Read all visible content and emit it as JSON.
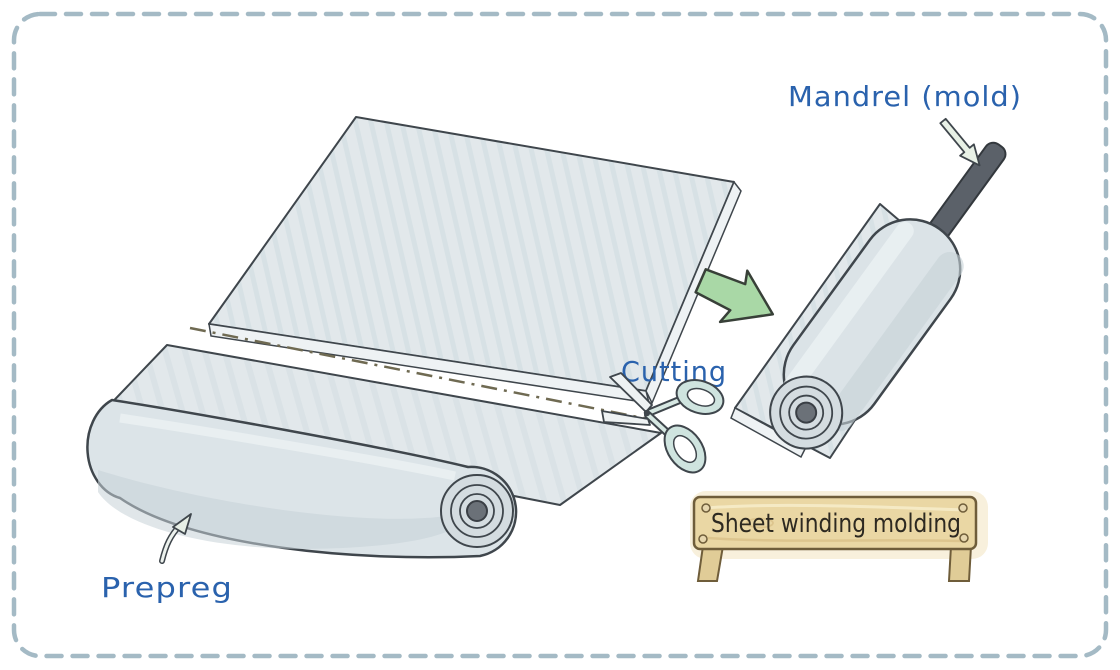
{
  "figure": {
    "type": "process-illustration",
    "caption": "Sheet winding molding",
    "labels": {
      "mandrel": "Mandrel (mold)",
      "cutting": "Cutting",
      "prepreg": "Prepreg"
    },
    "sign": {
      "text": "Sheet winding molding"
    },
    "icons": [
      "scissors-icon",
      "block-arrow-icon",
      "curved-arrow-icon",
      "pointer-arrow-icon"
    ],
    "colors": {
      "border_dash": "#a4bac5",
      "label_blue": "#2a62ad",
      "sheet_fill": "#e2e8eb",
      "sheet_hatch": "#c9dade",
      "outline": "#3f464c",
      "arrow_green": "#a9d8a6",
      "mandrel_dark": "#5b6169",
      "roll_shade": "#c6d2d7",
      "wood_fill": "#ead7a4",
      "wood_edge": "#6f5d3a",
      "sign_text": "#2d2921"
    }
  }
}
